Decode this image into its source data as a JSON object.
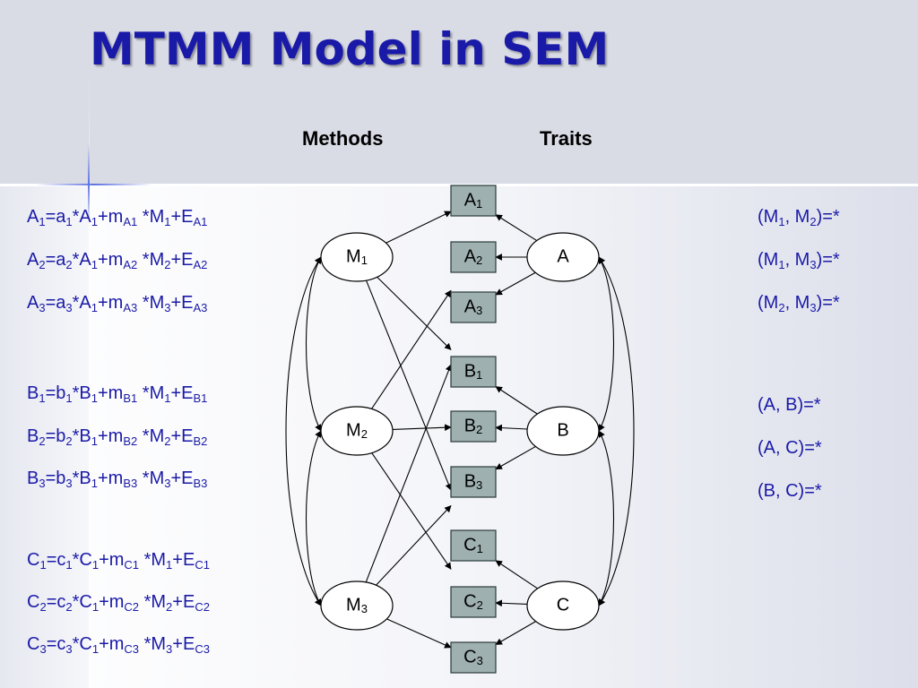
{
  "title": "MTMM Model in SEM",
  "headers": {
    "methods": "Methods",
    "traits": "Traits"
  },
  "equations": [
    [
      [
        "A",
        "1"
      ],
      [
        "=a",
        "1"
      ],
      [
        "*A",
        "1"
      ],
      [
        "+m",
        "A1"
      ],
      [
        " *M",
        "1"
      ],
      [
        "+E",
        "A1"
      ]
    ],
    [
      [
        "A",
        "2"
      ],
      [
        "=a",
        "2"
      ],
      [
        "*A",
        "1"
      ],
      [
        "+m",
        "A2"
      ],
      [
        " *M",
        "2"
      ],
      [
        "+E",
        "A2"
      ]
    ],
    [
      [
        "A",
        "3"
      ],
      [
        "=a",
        "3"
      ],
      [
        "*A",
        "1"
      ],
      [
        "+m",
        "A3"
      ],
      [
        " *M",
        "3"
      ],
      [
        "+E",
        "A3"
      ]
    ],
    [
      [
        "B",
        "1"
      ],
      [
        "=b",
        "1"
      ],
      [
        "*B",
        "1"
      ],
      [
        "+m",
        "B1"
      ],
      [
        " *M",
        "1"
      ],
      [
        "+E",
        "B1"
      ]
    ],
    [
      [
        "B",
        "2"
      ],
      [
        "=b",
        "2"
      ],
      [
        "*B",
        "1"
      ],
      [
        "+m",
        "B2"
      ],
      [
        " *M",
        "2"
      ],
      [
        "+E",
        "B2"
      ]
    ],
    [
      [
        "B",
        "3"
      ],
      [
        "=b",
        "3"
      ],
      [
        "*B",
        "1"
      ],
      [
        "+m",
        "B3"
      ],
      [
        " *M",
        "3"
      ],
      [
        "+E",
        "B3"
      ]
    ],
    [
      [
        "C",
        "1"
      ],
      [
        "=c",
        "1"
      ],
      [
        "*C",
        "1"
      ],
      [
        "+m",
        "C1"
      ],
      [
        " *M",
        "1"
      ],
      [
        "+E",
        "C1"
      ]
    ],
    [
      [
        "C",
        "2"
      ],
      [
        "=c",
        "2"
      ],
      [
        "*C",
        "1"
      ],
      [
        "+m",
        "C2"
      ],
      [
        " *M",
        "2"
      ],
      [
        "+E",
        "C2"
      ]
    ],
    [
      [
        "C",
        "3"
      ],
      [
        "=c",
        "3"
      ],
      [
        "*C",
        "1"
      ],
      [
        "+m",
        "C3"
      ],
      [
        " *M",
        "3"
      ],
      [
        "+E",
        "C3"
      ]
    ]
  ],
  "covariances": [
    [
      [
        "(M",
        "1"
      ],
      [
        ", M",
        "2"
      ],
      [
        ")=*",
        ""
      ]
    ],
    [
      [
        "(M",
        "1"
      ],
      [
        ", M",
        "3"
      ],
      [
        ")=*",
        ""
      ]
    ],
    [
      [
        "(M",
        "2"
      ],
      [
        ", M",
        "3"
      ],
      [
        ")=*",
        ""
      ]
    ],
    [
      [
        "(A, B)=*",
        ""
      ]
    ],
    [
      [
        "(A, C)=*",
        ""
      ]
    ],
    [
      [
        "(B, C)=*",
        ""
      ]
    ]
  ],
  "methods": [
    {
      "id": "M1",
      "label": "M",
      "sub": "1"
    },
    {
      "id": "M2",
      "label": "M",
      "sub": "2"
    },
    {
      "id": "M3",
      "label": "M",
      "sub": "3"
    }
  ],
  "traits": [
    {
      "id": "A",
      "label": "A"
    },
    {
      "id": "B",
      "label": "B"
    },
    {
      "id": "C",
      "label": "C"
    }
  ],
  "indicators": [
    {
      "id": "A1",
      "label": "A",
      "sub": "1",
      "method": "M1",
      "trait": "A"
    },
    {
      "id": "A2",
      "label": "A",
      "sub": "2",
      "method": "M2",
      "trait": "A"
    },
    {
      "id": "A3",
      "label": "A",
      "sub": "3",
      "method": "M3",
      "trait": "A"
    },
    {
      "id": "B1",
      "label": "B",
      "sub": "1",
      "method": "M1",
      "trait": "B"
    },
    {
      "id": "B2",
      "label": "B",
      "sub": "2",
      "method": "M2",
      "trait": "B"
    },
    {
      "id": "B3",
      "label": "B",
      "sub": "3",
      "method": "M3",
      "trait": "B"
    },
    {
      "id": "C1",
      "label": "C",
      "sub": "1",
      "method": "M1",
      "trait": "C"
    },
    {
      "id": "C2",
      "label": "C",
      "sub": "2",
      "method": "M2",
      "trait": "C"
    },
    {
      "id": "C3",
      "label": "C",
      "sub": "3",
      "method": "M3",
      "trait": "C"
    }
  ],
  "colors": {
    "title": "#1a1aa8",
    "text_blue": "#1a1aa8",
    "box_fill": "#9fb0b0",
    "box_stroke": "#2a3a3a",
    "ellipse_fill": "#ffffff",
    "arrow": "#000000"
  }
}
